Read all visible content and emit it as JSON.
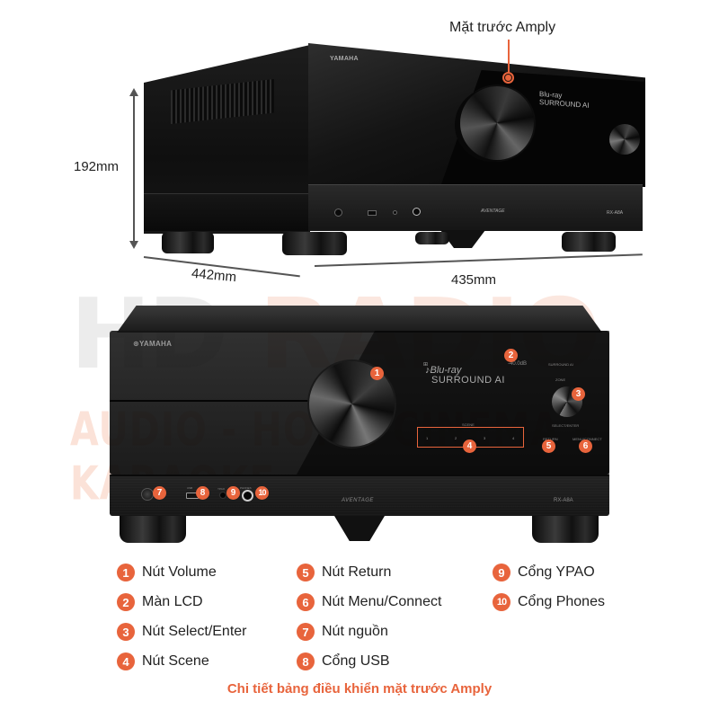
{
  "colors": {
    "accent": "#e8643c",
    "watermark_gray": "#ececec",
    "watermark_peach": "#fbe7df",
    "amp_body": "#111111",
    "text": "#222222"
  },
  "top_view": {
    "front_label": "Mặt trước Amply",
    "brand": "YAMAHA",
    "lcd_lines": [
      "Blu-ray",
      "SURROUND AI"
    ],
    "series": "AVENTAGE",
    "model": "RX-A8A"
  },
  "dimensions": {
    "height": "192mm",
    "depth": "442mm",
    "width": "435mm"
  },
  "watermark": {
    "logo_part1": "HD",
    "logo_part2": "RADIO",
    "tagline": "AUDIO - HOME CINEMA - KARAOKE"
  },
  "front_view": {
    "brand": "YAMAHA",
    "lcd_icon": "⊞",
    "lcd_line1": "♪Blu-ray",
    "lcd_line2": "SURROUND AI",
    "lcd_volume": "-40.0dB",
    "surround_label": "SURROUND AI",
    "zone_label": "ZONE",
    "select_label": "SELECT/ENTER",
    "scene_label": "SCENE",
    "scene_numbers": [
      "1",
      "2",
      "3",
      "4"
    ],
    "return_label": "RETURN",
    "menu_label": "MENU/CONNECT",
    "usb_label": "USB",
    "ypao_label": "YPAO",
    "phones_label": "PHONES",
    "series": "AVENTAGE",
    "model": "RX-A8A",
    "callouts": [
      "1",
      "2",
      "3",
      "4",
      "5",
      "6",
      "7",
      "8",
      "9",
      "10"
    ]
  },
  "legend": {
    "columns": [
      [
        {
          "num": "1",
          "label": "Nút Volume"
        },
        {
          "num": "2",
          "label": "Màn LCD"
        },
        {
          "num": "3",
          "label": "Nút Select/Enter"
        },
        {
          "num": "4",
          "label": "Nút Scene"
        }
      ],
      [
        {
          "num": "5",
          "label": "Nút Return"
        },
        {
          "num": "6",
          "label": "Nút Menu/Connect"
        },
        {
          "num": "7",
          "label": "Nút nguồn"
        },
        {
          "num": "8",
          "label": "Cổng USB"
        }
      ],
      [
        {
          "num": "9",
          "label": "Cổng YPAO"
        },
        {
          "num": "10",
          "label": "Cổng Phones"
        }
      ]
    ]
  },
  "caption": "Chi tiết bảng điều khiển mặt trước Amply"
}
